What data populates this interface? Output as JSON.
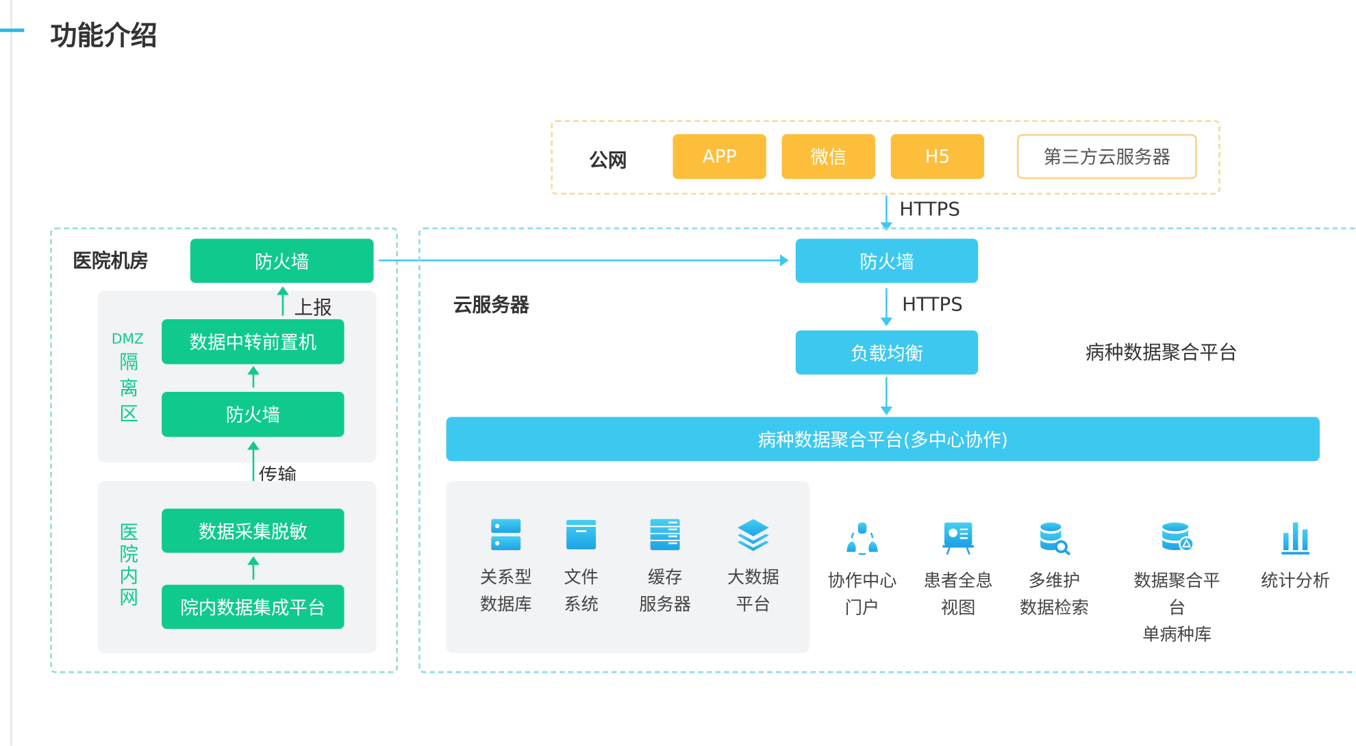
{
  "header": {
    "title": "功能介绍"
  },
  "public_net": {
    "label": "公网",
    "apps": [
      "APP",
      "微信",
      "H5"
    ],
    "third_party": "第三方云服务器",
    "protocol": "HTTPS"
  },
  "hospital": {
    "label": "医院机房",
    "firewall": "防火墙",
    "report": "上报",
    "dmz": {
      "tag": "DMZ",
      "label": "隔离区",
      "relay": "数据中转前置机",
      "firewall": "防火墙"
    },
    "transfer": "传输",
    "intranet": {
      "label": "医院内网",
      "collect": "数据采集脱敏",
      "integration": "院内数据集成平台"
    }
  },
  "cloud": {
    "label": "云服务器",
    "firewall": "防火墙",
    "protocol": "HTTPS",
    "load_balancer": "负载均衡",
    "platform_label": "病种数据聚合平台",
    "platform_bar": "病种数据聚合平台(多中心协作)",
    "infra": [
      {
        "icon": "relational-database-icon",
        "l1": "关系型",
        "l2": "数据库"
      },
      {
        "icon": "file-system-icon",
        "l1": "文件",
        "l2": "系统"
      },
      {
        "icon": "cache-server-icon",
        "l1": "缓存",
        "l2": "服务器"
      },
      {
        "icon": "big-data-layers-icon",
        "l1": "大数据",
        "l2": "平台"
      }
    ],
    "apps": [
      {
        "icon": "collaboration-icon",
        "l1": "协作中心",
        "l2": "门户"
      },
      {
        "icon": "patient-view-icon",
        "l1": "患者全息",
        "l2": "视图"
      },
      {
        "icon": "database-search-icon",
        "l1": "多维护",
        "l2": "数据检索"
      },
      {
        "icon": "database-aggregate-icon",
        "l1": "数据聚合平台",
        "l2": "单病种库"
      },
      {
        "icon": "bar-chart-icon",
        "l1": "统计分析",
        "l2": ""
      }
    ]
  },
  "colors": {
    "green": "#10c98f",
    "blue": "#3dc8f0",
    "orange": "#fcbe3b"
  }
}
